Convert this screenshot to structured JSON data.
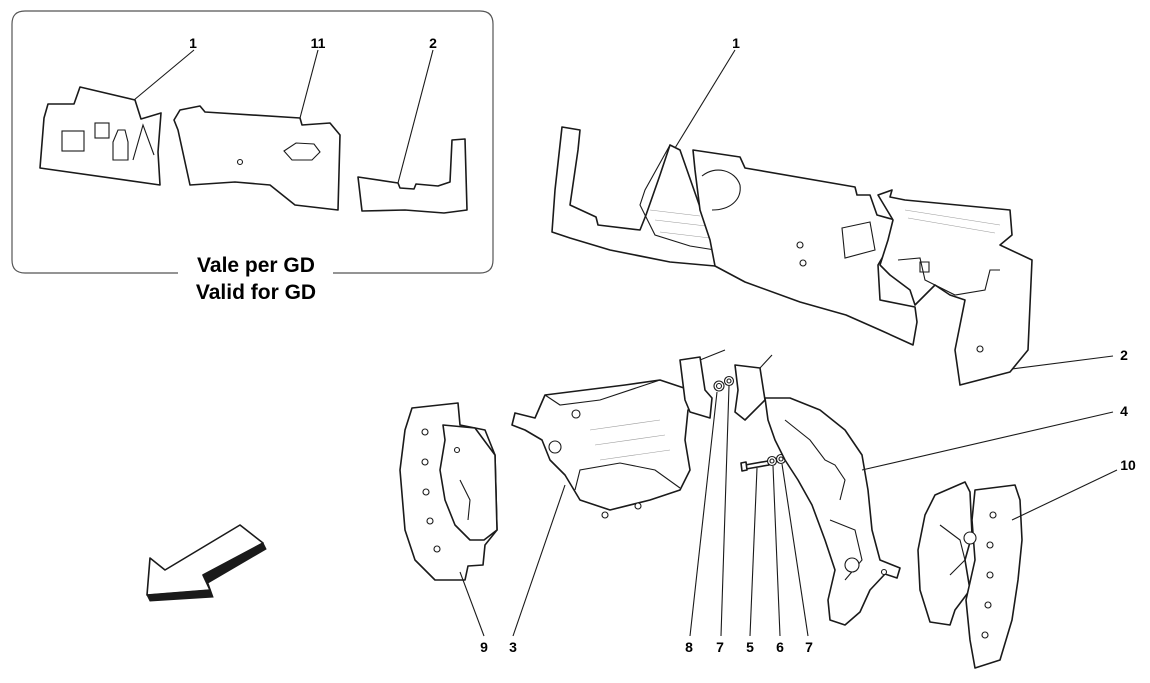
{
  "inset": {
    "note_line1": "Vale per GD",
    "note_line2": "Valid for GD",
    "callouts": [
      "1",
      "11",
      "2"
    ]
  },
  "callouts": {
    "main_1": "1",
    "main_2": "2",
    "main_3": "3",
    "main_4": "4",
    "main_5": "5",
    "main_6": "6",
    "main_7a": "7",
    "main_7b": "7",
    "main_8": "8",
    "main_9": "9",
    "main_10": "10"
  },
  "direction_arrow": {
    "icon": "direction-arrow-icon"
  }
}
